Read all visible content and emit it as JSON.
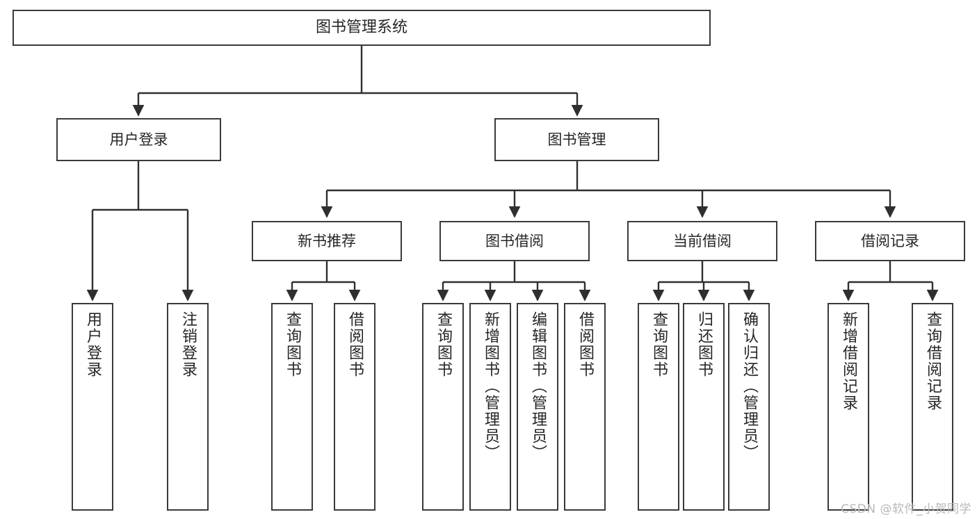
{
  "diagram": {
    "title": "图书管理系统",
    "watermark": "CSDN @软件_小贺同学",
    "colors": {
      "box_border": "#3a3a3a",
      "box_fill": "#ffffff",
      "text": "#262626",
      "edge": "#2f2f2f",
      "watermark": "#b9b9b9",
      "background": "#ffffff"
    },
    "nodes": {
      "root": {
        "label": "图书管理系统"
      },
      "level2": [
        {
          "label": "用户登录"
        },
        {
          "label": "图书管理"
        }
      ],
      "level3": [
        {
          "label": "新书推荐"
        },
        {
          "label": "图书借阅"
        },
        {
          "label": "当前借阅"
        },
        {
          "label": "借阅记录"
        }
      ],
      "leaves": {
        "user_login": [
          {
            "label": "用户登录"
          },
          {
            "label": "注销登录"
          }
        ],
        "new_book_recommend": [
          {
            "label": "查询图书"
          },
          {
            "label": "借阅图书"
          }
        ],
        "book_borrow": [
          {
            "label": "查询图书"
          },
          {
            "label": "新增图书（管理员）"
          },
          {
            "label": "编辑图书（管理员）"
          },
          {
            "label": "借阅图书"
          }
        ],
        "current_borrow": [
          {
            "label": "查询图书"
          },
          {
            "label": "归还图书"
          },
          {
            "label": "确认归还（管理员）"
          }
        ],
        "borrow_record": [
          {
            "label": "新增借阅记录"
          },
          {
            "label": "查询借阅记录"
          }
        ]
      }
    }
  }
}
